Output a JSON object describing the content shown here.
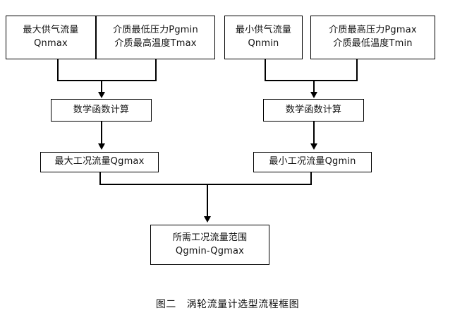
{
  "diagram": {
    "title": "涡轮流量计选型流程框图",
    "caption_prefix": "图二",
    "caption": "图二   涡轮流量计选型流程框图",
    "colors": {
      "background": "#ffffff",
      "stroke": "#000000",
      "text": "#111111"
    },
    "nodes": {
      "qnmax": {
        "line1": "最大供气流量",
        "line2": "Qnmax"
      },
      "pgmin": {
        "line1": "介质最低压力Pgmin",
        "line2": "介质最高温度Tmax"
      },
      "qnmin": {
        "line1": "最小供气流量",
        "line2": "Qnmin"
      },
      "pgmax": {
        "line1": "介质最高压力Pgmax",
        "line2": "介质最低温度Tmin"
      },
      "calc_left": {
        "line1": "数学函数计算"
      },
      "calc_right": {
        "line1": "数学函数计算"
      },
      "qgmax": {
        "line1": "最大工况流量Qgmax"
      },
      "qgmin": {
        "line1": "最小工况流量Qgmin"
      },
      "result": {
        "line1": "所需工况流量范围",
        "line2": "Qgmin-Qgmax"
      }
    },
    "edges": [
      {
        "from": "qnmax",
        "to": "calc_left",
        "style": "merge-bracket"
      },
      {
        "from": "pgmin",
        "to": "calc_left",
        "style": "merge-bracket"
      },
      {
        "from": "qnmin",
        "to": "calc_right",
        "style": "merge-bracket"
      },
      {
        "from": "pgmax",
        "to": "calc_right",
        "style": "merge-bracket"
      },
      {
        "from": "calc_left",
        "to": "qgmax",
        "style": "straight-arrow"
      },
      {
        "from": "calc_right",
        "to": "qgmin",
        "style": "straight-arrow"
      },
      {
        "from": "qgmax",
        "to": "result",
        "style": "merge-bracket"
      },
      {
        "from": "qgmin",
        "to": "result",
        "style": "merge-bracket"
      }
    ]
  }
}
